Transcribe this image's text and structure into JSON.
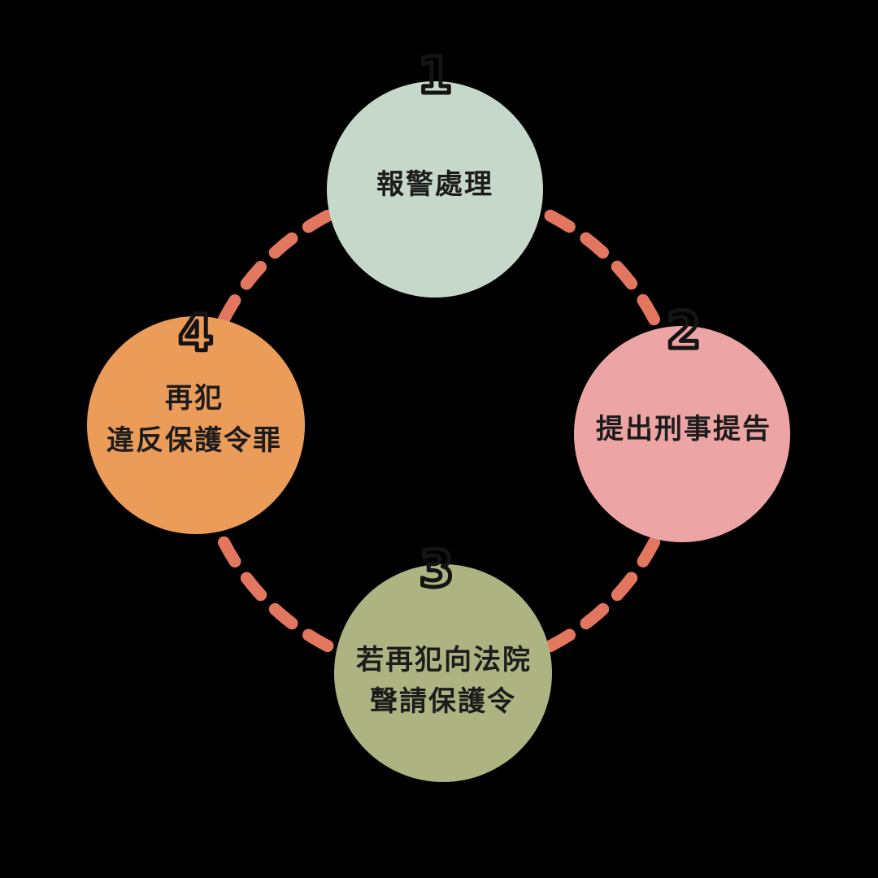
{
  "diagram": {
    "background_color": "#000000",
    "text_color": "#1c1c1c",
    "number_outline_color": "#141414",
    "connector_color": "#e3765e",
    "steps": [
      {
        "number": "1",
        "color": "#c5d8ca",
        "label_lines": [
          "報警處理"
        ]
      },
      {
        "number": "2",
        "color": "#eda4a4",
        "label_lines": [
          "提出刑事提告"
        ]
      },
      {
        "number": "3",
        "color": "#adb482",
        "label_lines": [
          "若再犯向法院",
          "聲請保護令"
        ]
      },
      {
        "number": "4",
        "color": "#ec9c59",
        "label_lines": [
          "再犯",
          "違反保護令罪"
        ]
      }
    ]
  }
}
